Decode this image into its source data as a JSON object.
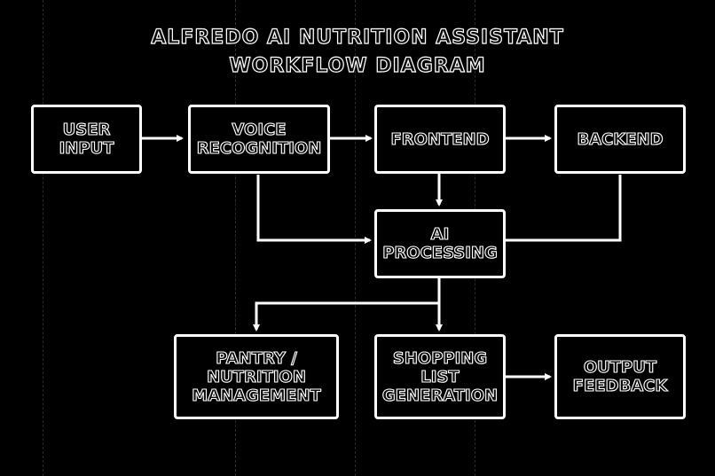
{
  "title": {
    "line1": "ALFREDO AI NUTRITION ASSISTANT",
    "line2": "WORKFLOW DIAGRAM"
  },
  "nodes": {
    "user_input": "USER\nINPUT",
    "voice_recognition": "VOICE\nRECOGNITION",
    "frontend": "FRONTEND",
    "backend": "BACKEND",
    "ai_processing": "AI\nPROCESSING",
    "pantry": "PANTRY /\nNUTRITION\nMANAGEMENT",
    "shopping_list": "SHOPPING\nLIST\nGENERATION",
    "output_feedback": "OUTPUT\nFEEDBACK"
  },
  "colors": {
    "background": "#000000",
    "stroke": "#ffffff"
  }
}
